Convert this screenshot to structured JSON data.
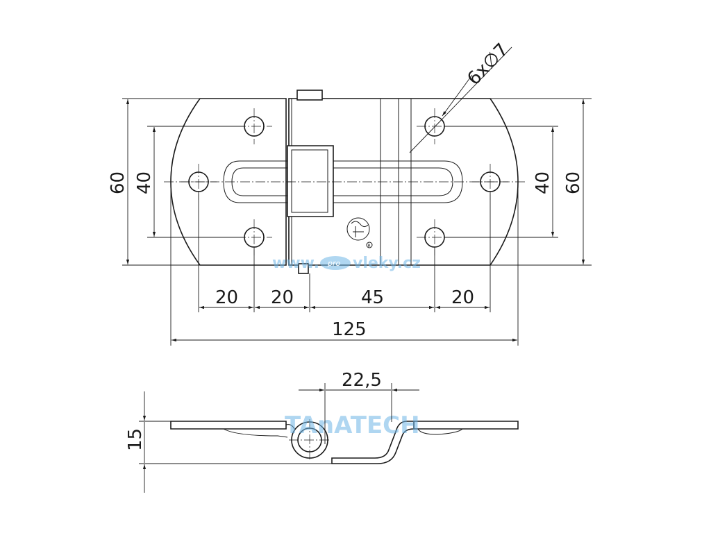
{
  "dimensions": {
    "height_left_outer": "60",
    "height_left_inner": "40",
    "height_right_inner": "40",
    "height_right_outer": "60",
    "spacing_1": "20",
    "spacing_2": "20",
    "spacing_3": "45",
    "spacing_4": "20",
    "overall_length": "125",
    "hole_callout": "6x∅7",
    "knuckle_spacing": "22,5",
    "side_height": "15"
  },
  "watermarks": {
    "site_prefix": "www.",
    "site_middle": "pro",
    "site_suffix": "vleky.cz",
    "brand": "TAnATECH"
  },
  "logo_text": "R"
}
